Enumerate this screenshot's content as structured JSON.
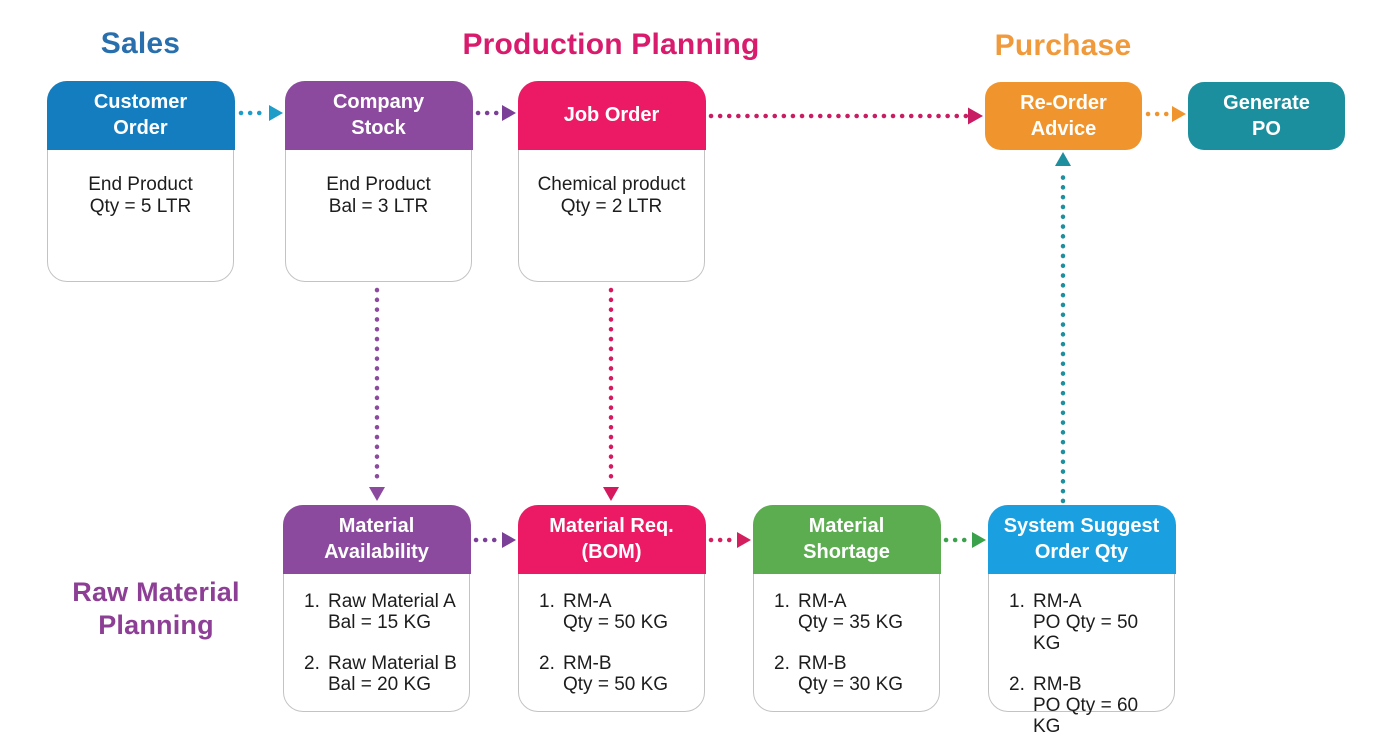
{
  "sections": {
    "sales": {
      "label": "Sales",
      "color": "#2a6fad"
    },
    "production_planning": {
      "label": "Production Planning",
      "color": "#d81b6d"
    },
    "purchase": {
      "label": "Purchase",
      "color": "#f09a3c"
    },
    "raw_material_planning": {
      "label": "Raw Material\nPlanning",
      "color": "#8d3f96"
    }
  },
  "boxes": {
    "customer_order": {
      "title": "Customer\nOrder",
      "header_color": "#137dc0",
      "body": "End Product\nQty = 5 LTR"
    },
    "company_stock": {
      "title": "Company\nStock",
      "header_color": "#8c4a9f",
      "body": "End Product\nBal = 3 LTR"
    },
    "job_order": {
      "title": "Job Order",
      "header_color": "#ec1a64",
      "body": "Chemical product\nQty = 2 LTR"
    },
    "reorder_advice": {
      "title": "Re-Order\nAdvice",
      "header_color": "#f0952d"
    },
    "generate_po": {
      "title": "Generate\nPO",
      "header_color": "#1c8f9e"
    },
    "material_availability": {
      "title": "Material\nAvailability",
      "header_color": "#8c4a9f",
      "items": [
        {
          "num": "1.",
          "text": "Raw Material A\nBal = 15 KG"
        },
        {
          "num": "2.",
          "text": "Raw Material B\nBal = 20 KG"
        }
      ]
    },
    "material_req_bom": {
      "title": "Material Req.\n(BOM)",
      "header_color": "#ec1a64",
      "items": [
        {
          "num": "1.",
          "text": "RM-A\nQty = 50 KG"
        },
        {
          "num": "2.",
          "text": "RM-B\nQty = 50 KG"
        }
      ]
    },
    "material_shortage": {
      "title": "Material\nShortage",
      "header_color": "#5cac50",
      "items": [
        {
          "num": "1.",
          "text": "RM-A\nQty = 35 KG"
        },
        {
          "num": "2.",
          "text": "RM-B\nQty = 30 KG"
        }
      ]
    },
    "system_suggest_order_qty": {
      "title": "System Suggest\nOrder Qty",
      "header_color": "#1aa0e1",
      "items": [
        {
          "num": "1.",
          "text": "RM-A\nPO Qty = 50 KG"
        },
        {
          "num": "2.",
          "text": "RM-B\nPO Qty = 60 KG"
        }
      ]
    }
  },
  "arrows": {
    "customer_order_to_company_stock": "#1e9dc8",
    "company_stock_to_job_order": "#7b3f98",
    "job_order_to_reorder_advice": "#c81d62",
    "reorder_advice_to_generate_po": "#f0952d",
    "company_stock_to_material_availability": "#8c4a9f",
    "job_order_to_material_req_bom": "#d6185f",
    "material_availability_to_material_req_bom": "#7b3f98",
    "material_req_bom_to_material_shortage": "#d41f5e",
    "material_shortage_to_system_suggest": "#3aa24b",
    "system_suggest_to_reorder_advice": "#1d8f9e"
  }
}
